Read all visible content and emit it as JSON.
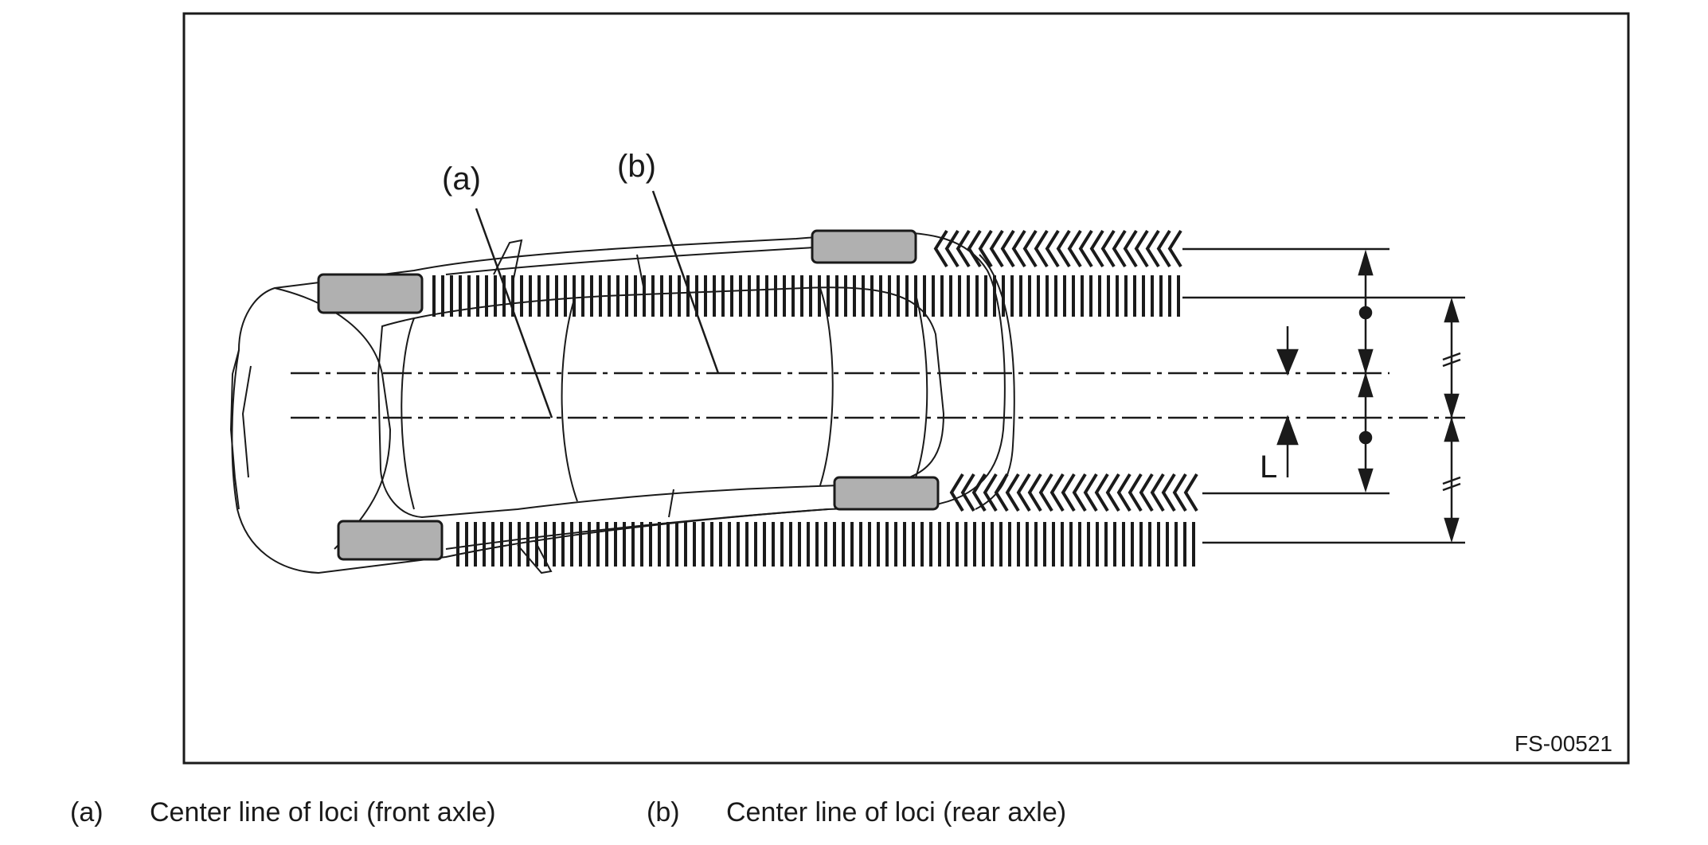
{
  "figure": {
    "figure_id": "FS-00521",
    "callouts": {
      "a": "(a)",
      "b": "(b)"
    },
    "dimension_label": "L"
  },
  "legend": [
    {
      "key": "(a)",
      "text": "Center line of loci (front axle)"
    },
    {
      "key": "(b)",
      "text": "Center line of loci (rear axle)"
    }
  ],
  "colors": {
    "ink": "#1a1a1a",
    "wheel_fill": "#b0b0b0",
    "background": "#ffffff"
  }
}
